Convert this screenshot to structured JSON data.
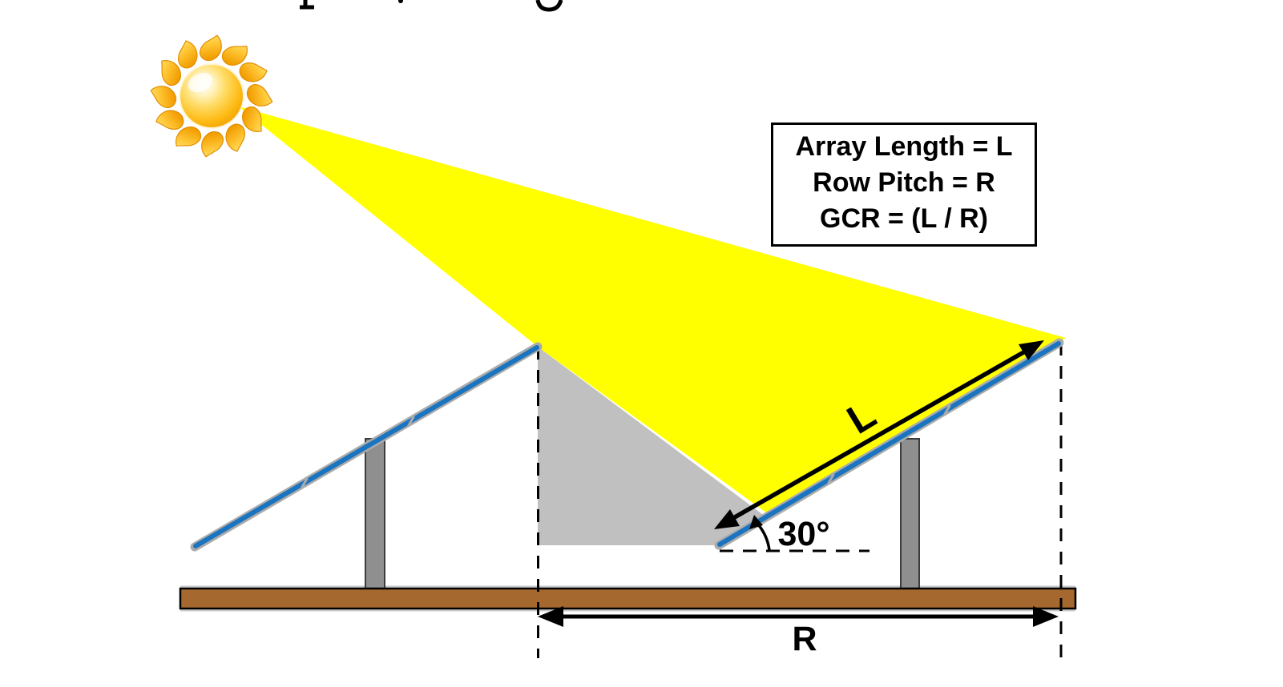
{
  "figure": {
    "type": "solar-array-row-spacing-diagram",
    "legend_box": {
      "lines": [
        "Array Length = L",
        "Row Pitch = R",
        "GCR = (L / R)"
      ]
    },
    "labels": {
      "tilt_angle": "30°",
      "array_length": "L",
      "row_pitch": "R"
    },
    "colors": {
      "beam_yellow": "#FFFF00",
      "shadow_gray": "#C0C0C0",
      "panel_blue": "#1B74C0",
      "panel_frame_gray": "#ABABAB",
      "post_gray": "#8F8F8F",
      "ground_brown": "#A5682E",
      "sun_core_orange": "#FFC431",
      "sun_flame_orange": "#F29D00",
      "line_black": "#000000"
    }
  }
}
